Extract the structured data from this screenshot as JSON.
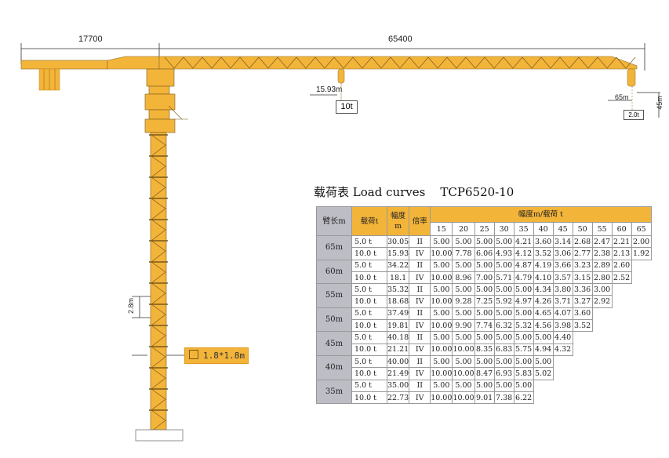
{
  "dimensions": {
    "counter_jib_length": "17700",
    "jib_length": "65400",
    "section_height": "2.8m",
    "tower_section": "1.8*1.8m",
    "hook_height": "45m"
  },
  "hooks": [
    {
      "radius": "15.93m",
      "load": "10t"
    },
    {
      "radius": "65m",
      "load": "2.0t"
    }
  ],
  "colors": {
    "crane": "#f3b43a",
    "header": "#f3b43a",
    "boom_col": "#bdbdc5"
  },
  "load_table": {
    "title": "载荷表 Load curves    TCP6520-10",
    "headers": {
      "boom": "臂长m",
      "load": "载荷t",
      "radius": "幅度m",
      "reeving": "倍率",
      "radius_load": "幅度m/载荷 t"
    },
    "radii": [
      "15",
      "20",
      "25",
      "30",
      "35",
      "40",
      "45",
      "50",
      "55",
      "60",
      "65"
    ],
    "rows": [
      {
        "boom": "65m",
        "lines": [
          {
            "load": "5.0 t",
            "radius": "30.05",
            "reeving": "II",
            "values": [
              "5.00",
              "5.00",
              "5.00",
              "5.00",
              "4.21",
              "3.60",
              "3.14",
              "2.68",
              "2.47",
              "2.21",
              "2.00"
            ]
          },
          {
            "load": "10.0 t",
            "radius": "15.93",
            "reeving": "IV",
            "values": [
              "10.00",
              "7.78",
              "6.06",
              "4.93",
              "4.12",
              "3.52",
              "3.06",
              "2.77",
              "2.38",
              "2.13",
              "1.92"
            ]
          }
        ]
      },
      {
        "boom": "60m",
        "lines": [
          {
            "load": "5.0 t",
            "radius": "34.22",
            "reeving": "II",
            "values": [
              "5.00",
              "5.00",
              "5.00",
              "5.00",
              "4.87",
              "4.19",
              "3.66",
              "3.23",
              "2.89",
              "2.60"
            ]
          },
          {
            "load": "10.0 t",
            "radius": "18.1",
            "reeving": "IV",
            "values": [
              "10.00",
              "8.96",
              "7.00",
              "5.71",
              "4.79",
              "4.10",
              "3.57",
              "3.15",
              "2.80",
              "2.52"
            ]
          }
        ]
      },
      {
        "boom": "55m",
        "lines": [
          {
            "load": "5.0 t",
            "radius": "35.32",
            "reeving": "II",
            "values": [
              "5.00",
              "5.00",
              "5.00",
              "5.00",
              "5.00",
              "4.34",
              "3.80",
              "3.36",
              "3.00"
            ]
          },
          {
            "load": "10.0 t",
            "radius": "18.68",
            "reeving": "IV",
            "values": [
              "10.00",
              "9.28",
              "7.25",
              "5.92",
              "4.97",
              "4.26",
              "3.71",
              "3.27",
              "2.92"
            ]
          }
        ]
      },
      {
        "boom": "50m",
        "lines": [
          {
            "load": "5.0 t",
            "radius": "37.49",
            "reeving": "II",
            "values": [
              "5.00",
              "5.00",
              "5.00",
              "5.00",
              "5.00",
              "4.65",
              "4.07",
              "3.60"
            ]
          },
          {
            "load": "10.0 t",
            "radius": "19.81",
            "reeving": "IV",
            "values": [
              "10.00",
              "9.90",
              "7.74",
              "6.32",
              "5.32",
              "4.56",
              "3.98",
              "3.52"
            ]
          }
        ]
      },
      {
        "boom": "45m",
        "lines": [
          {
            "load": "5.0 t",
            "radius": "40.18",
            "reeving": "II",
            "values": [
              "5.00",
              "5.00",
              "5.00",
              "5.00",
              "5.00",
              "5.00",
              "4.40"
            ]
          },
          {
            "load": "10.0 t",
            "radius": "21.21",
            "reeving": "IV",
            "values": [
              "10.00",
              "10.00",
              "8.35",
              "6.83",
              "5.75",
              "4.94",
              "4.32"
            ]
          }
        ]
      },
      {
        "boom": "40m",
        "lines": [
          {
            "load": "5.0 t",
            "radius": "40.00",
            "reeving": "II",
            "values": [
              "5.00",
              "5.00",
              "5.00",
              "5.00",
              "5.00",
              "5.00"
            ]
          },
          {
            "load": "10.0 t",
            "radius": "21.49",
            "reeving": "IV",
            "values": [
              "10.00",
              "10.00",
              "8.47",
              "6.93",
              "5.83",
              "5.02"
            ]
          }
        ]
      },
      {
        "boom": "35m",
        "lines": [
          {
            "load": "5.0 t",
            "radius": "35.00",
            "reeving": "II",
            "values": [
              "5.00",
              "5.00",
              "5.00",
              "5.00",
              "5.00"
            ]
          },
          {
            "load": "10.0 t",
            "radius": "22.73",
            "reeving": "IV",
            "values": [
              "10.00",
              "10.00",
              "9.01",
              "7.38",
              "6.22"
            ]
          }
        ]
      }
    ]
  }
}
